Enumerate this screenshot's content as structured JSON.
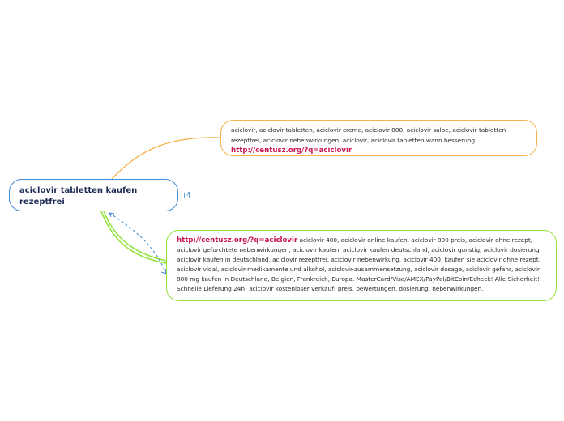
{
  "root": {
    "title": "aciclovir tabletten kaufen rezeptfrei"
  },
  "orange_node": {
    "text": "aciclovir, aciclovir tabletten, aciclovir creme, aciclovir 800, aciclovir salbe, aciclovir tabletten rezeptfrei, aciclovir nebenwirkungen, aciclovir, aciclovir tabletten wann besserung. ",
    "link": "http://centusz.org/?q=aciclovir"
  },
  "green_node": {
    "link": "http://centusz.org/?q=aciclovir",
    "text": " aciclovir 400, aciclovir online kaufen, aciclovir 800 preis, aciclovir ohne rezept, aciclovir gefurchtete nebenwirkungen, aciclovir kaufen, aciclovir kaufen deutschland, aciclovir gunstig, aciclovir dosierung, aciclovir kaufen in deutschland, aciclovir rezeptfrei, aciclovir nebenwirkung, aciclovir 400, kaufen sie aciclovir ohne rezept, aciclovir vidal, aciclovir-medikamente und alkohol, aciclovir-zusammensetzung, aciclovir dosage, aciclovir gefahr, aciclovir 800 mg kaufen in Deutschland, Belgien, Frankreich, Europa. MasterCard/Visa/AMEX/PayPal/BitCoin/Echeck! Alle Sicherheit! Schnelle Lieferung 24h! aciclovir kostenloser verkauf! preis, bewertungen, dosierung, nebenwirkungen."
  },
  "colors": {
    "root_border": "#3f8ad0",
    "orange_branch": "#f6b14e",
    "green_branch": "#92e23a",
    "link": "#c9134f",
    "relationship": "#3f8ad0"
  },
  "icons": {
    "external_link": "external-link-icon"
  }
}
